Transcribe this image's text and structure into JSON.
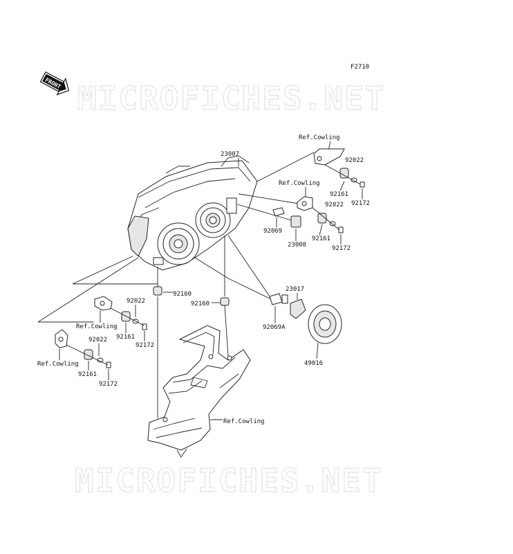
{
  "figure_code": "F2710",
  "front_badge": "FRONT",
  "watermark_text": "MICROFICHES.NET",
  "labels": {
    "p23007": "23007",
    "ref_cowling_top": "Ref.Cowling",
    "p92022_a": "92022",
    "p92161_a": "92161",
    "p92172_a": "92172",
    "ref_cowling_2": "Ref.Cowling",
    "p92022_b": "92022",
    "p92069": "92069",
    "p23008": "23008",
    "p92161_b": "92161",
    "p92172_b": "92172",
    "p92160_a": "92160",
    "p92160_b": "92160",
    "p23017": "23017",
    "p92069A": "92069A",
    "p49016": "49016",
    "p92022_c": "92022",
    "ref_cowling_3": "Ref.Cowling",
    "p92161_c": "92161",
    "p92172_c": "92172",
    "p92022_d": "92022",
    "ref_cowling_4": "Ref.Cowling",
    "p92161_d": "92161",
    "p92172_d": "92172",
    "ref_cowling_bracket": "Ref.Cowling"
  }
}
